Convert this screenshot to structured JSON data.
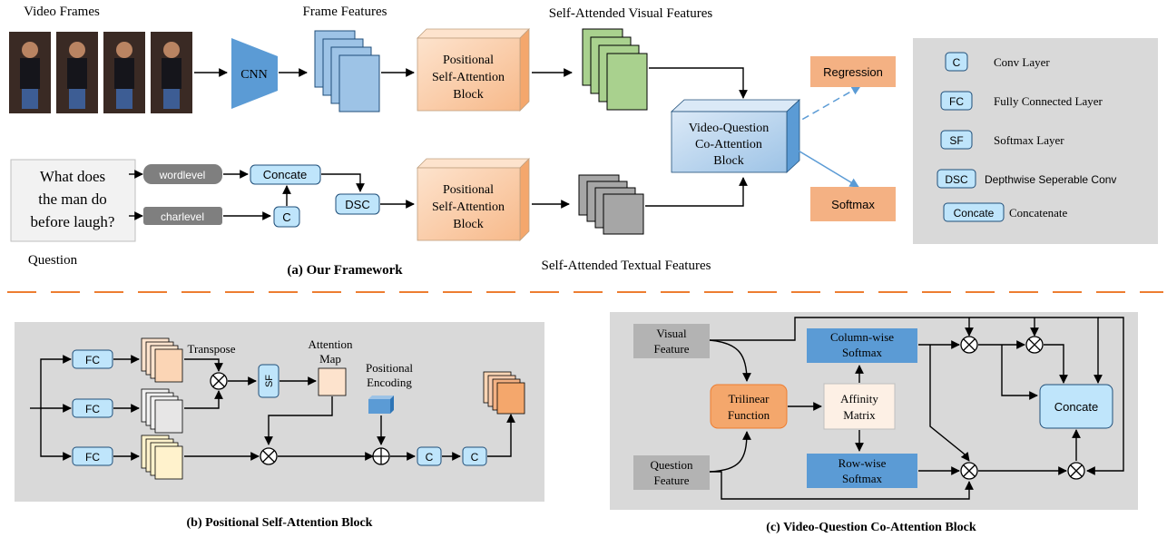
{
  "panel_a": {
    "caption": "(a) Our Framework",
    "labels": {
      "video_frames": "Video Frames",
      "frame_features": "Frame Features",
      "self_attended_visual": "Self-Attended Visual Features",
      "self_attended_textual": "Self-Attended Textual Features",
      "question": "Question"
    },
    "question_lines": [
      "What does",
      "the man do",
      "before laugh?"
    ],
    "nodes": {
      "cnn": "CNN",
      "psa_visual": [
        "Positional",
        "Self-Attention",
        "Block"
      ],
      "psa_text": [
        "Positional",
        "Self-Attention",
        "Block"
      ],
      "coattn": [
        "Video-Question",
        "Co-Attention",
        "Block"
      ],
      "regression": "Regression",
      "softmax": "Softmax",
      "wordlevel": "wordlevel",
      "charlevel": "charlevel",
      "concate": "Concate",
      "conv": "C",
      "dsc": "DSC"
    },
    "legend": [
      {
        "key": "C",
        "text": "Conv Layer"
      },
      {
        "key": "FC",
        "text": "Fully Connected Layer"
      },
      {
        "key": "SF",
        "text": "Softmax Layer"
      },
      {
        "key": "DSC",
        "text": "Depthwise Seperable Conv"
      },
      {
        "key": "Concate",
        "text": "Concatenate"
      }
    ]
  },
  "panel_b": {
    "caption": "(b) Positional Self-Attention Block",
    "fc": "FC",
    "transpose": "Transpose",
    "sf": "SF",
    "attention_map": [
      "Attention",
      "Map"
    ],
    "positional_encoding": [
      "Positional",
      "Encoding"
    ],
    "conv": "C"
  },
  "panel_c": {
    "caption": "(c) Video-Question Co-Attention Block",
    "visual_feature": [
      "Visual",
      "Feature"
    ],
    "question_feature": [
      "Question",
      "Feature"
    ],
    "trilinear": [
      "Trilinear",
      "Function"
    ],
    "affinity": [
      "Affinity",
      "Matrix"
    ],
    "column_softmax": [
      "Column-wise",
      "Softmax"
    ],
    "row_softmax": [
      "Row-wise",
      "Softmax"
    ],
    "concate": "Concate"
  },
  "colors": {
    "panel_bg": "#d9d9d9",
    "blue_box": "#bfe5fb",
    "blue_border": "#1f4e79",
    "orange_box": "#f4b183",
    "peach_block": "#fbd5b5",
    "green_stack": "#a9d18e",
    "gray_stack": "#a6a6a6",
    "dash_orange": "#ed7d31",
    "arrow_blue": "#5b9bd5"
  }
}
